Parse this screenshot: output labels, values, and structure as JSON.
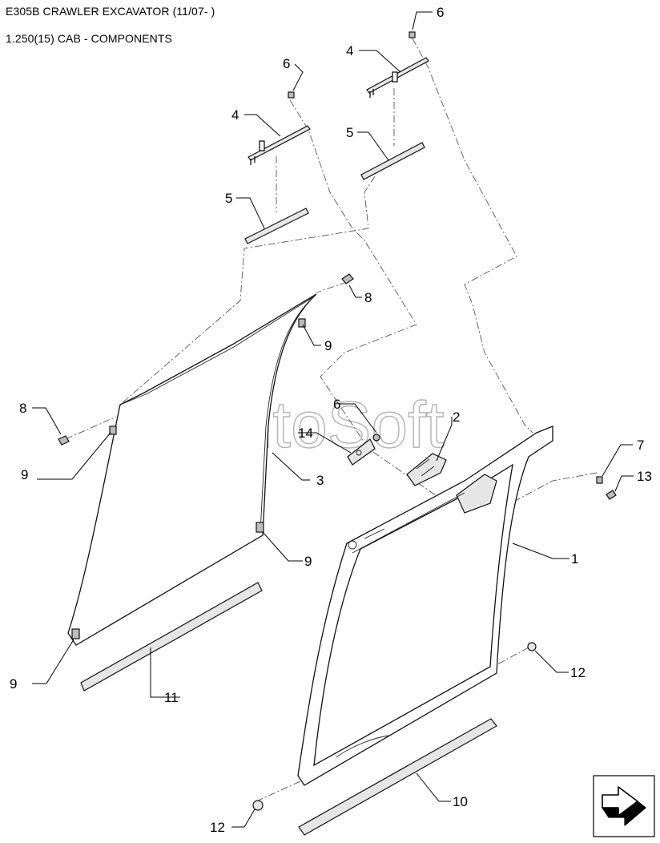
{
  "header": {
    "title": "E305B CRAWLER EXCAVATOR (11/07- )",
    "subtitle": "1.250(15) CAB - COMPONENTS"
  },
  "watermark": "AutoSoft",
  "callouts": {
    "c1": "1",
    "c2": "2",
    "c3": "3",
    "c4a": "4",
    "c4b": "4",
    "c5a": "5",
    "c5b": "5",
    "c6a": "6",
    "c6b": "6",
    "c6c": "6",
    "c7": "7",
    "c8a": "8",
    "c8b": "8",
    "c9a": "9",
    "c9b": "9",
    "c9c": "9",
    "c9d": "9",
    "c10": "10",
    "c11": "11",
    "c12a": "12",
    "c12b": "12",
    "c13": "13",
    "c14": "14"
  },
  "icons": {
    "nav": "next-page-arrow-icon"
  }
}
